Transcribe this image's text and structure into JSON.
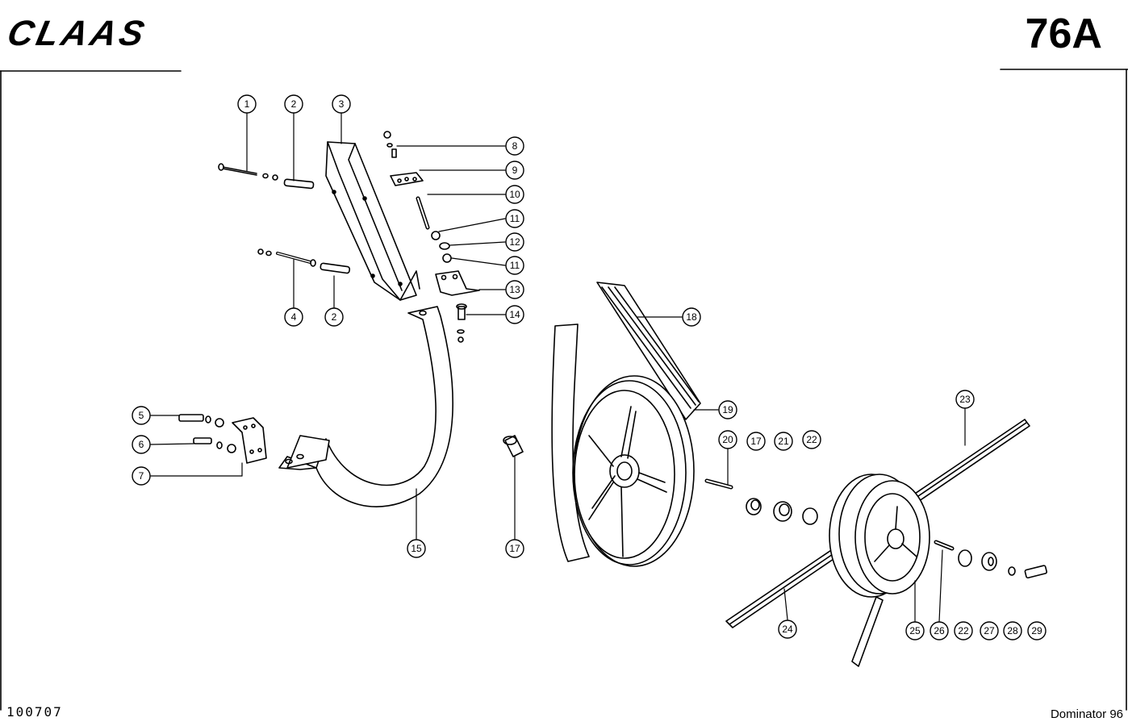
{
  "header": {
    "logo_text": "CLAAS",
    "page_number": "76A"
  },
  "footer": {
    "drawing_number": "100707",
    "model": "Dominator 96"
  },
  "callouts": [
    "1",
    "2",
    "3",
    "8",
    "9",
    "10",
    "11",
    "12",
    "11",
    "13",
    "14",
    "18",
    "4",
    "2",
    "5",
    "6",
    "7",
    "15",
    "17",
    "19",
    "20",
    "17",
    "21",
    "22",
    "23",
    "24",
    "25",
    "26",
    "22",
    "27",
    "28",
    "29"
  ]
}
